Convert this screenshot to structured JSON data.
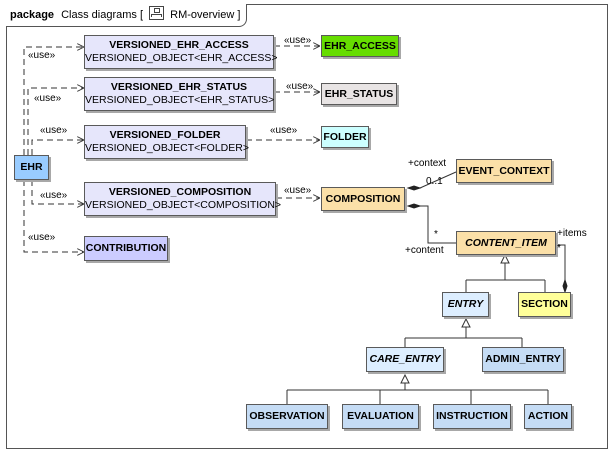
{
  "package": {
    "keyword": "package",
    "path": "Class diagrams [",
    "diagram_name": "RM-overview",
    "path_close": "]",
    "icon": "class-diagram-icon"
  },
  "colors": {
    "versioned": "#e6e6fb",
    "ehr_access": "#66dd00",
    "ehr_status": "#e8e4e4",
    "folder": "#ccffff",
    "ehr": "#99ccff",
    "contribution": "#ccccff",
    "composition": "#fbe0a8",
    "section": "#ffff99",
    "entry": "#ddeeff",
    "leaf": "#c5dcf5"
  },
  "classes": {
    "versioned_ehr_access": {
      "name": "VERSIONED_EHR_ACCESS",
      "stereo": "VERSIONED_OBJECT<EHR_ACCESS>"
    },
    "versioned_ehr_status": {
      "name": "VERSIONED_EHR_STATUS",
      "stereo": "VERSIONED_OBJECT<EHR_STATUS>"
    },
    "versioned_folder": {
      "name": "VERSIONED_FOLDER",
      "stereo": "VERSIONED_OBJECT<FOLDER>"
    },
    "versioned_composition": {
      "name": "VERSIONED_COMPOSITION",
      "stereo": "VERSIONED_OBJECT<COMPOSITION>"
    },
    "ehr_access": {
      "name": "EHR_ACCESS"
    },
    "ehr_status": {
      "name": "EHR_STATUS"
    },
    "folder": {
      "name": "FOLDER"
    },
    "composition": {
      "name": "COMPOSITION"
    },
    "event_context": {
      "name": "EVENT_CONTEXT"
    },
    "content_item": {
      "name": "CONTENT_ITEM"
    },
    "section": {
      "name": "SECTION"
    },
    "entry": {
      "name": "ENTRY"
    },
    "care_entry": {
      "name": "CARE_ENTRY"
    },
    "admin_entry": {
      "name": "ADMIN_ENTRY"
    },
    "observation": {
      "name": "OBSERVATION"
    },
    "evaluation": {
      "name": "EVALUATION"
    },
    "instruction": {
      "name": "INSTRUCTION"
    },
    "action": {
      "name": "ACTION"
    },
    "ehr": {
      "name": "EHR"
    },
    "contribution": {
      "name": "CONTRIBUTION"
    }
  },
  "labels": {
    "use": "«use»",
    "context": "+context",
    "context_mult": "0..1",
    "content": "+content",
    "content_mult": "*",
    "items": "+items",
    "items_mult": "*"
  }
}
